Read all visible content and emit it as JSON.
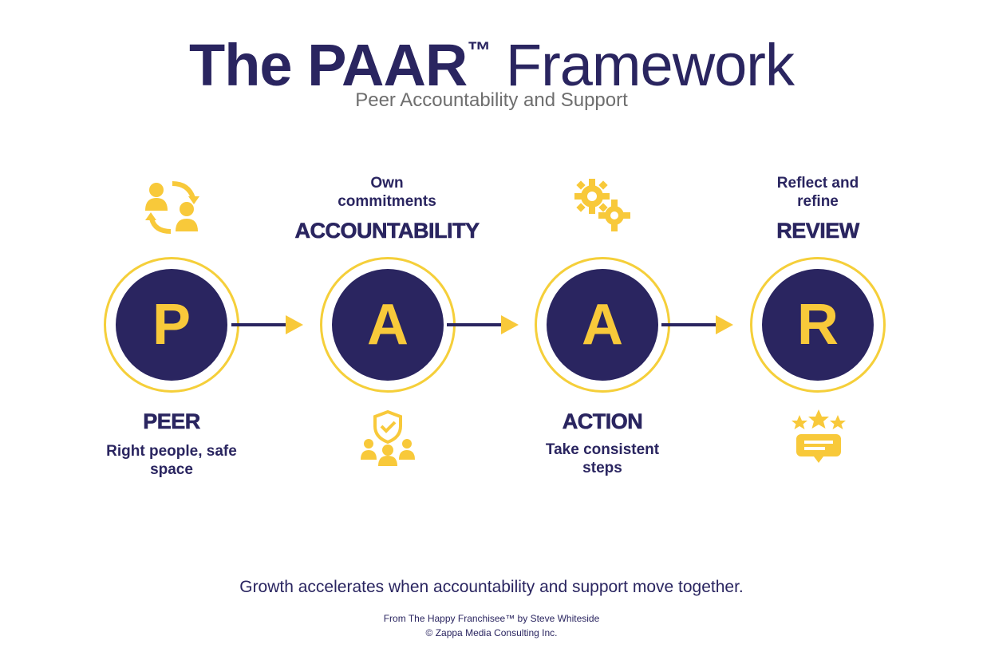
{
  "header": {
    "title_bold": "The PAAR",
    "title_tm": "™",
    "title_light": "Framework",
    "subtitle": "Peer Accountability and Support"
  },
  "steps": [
    {
      "letter": "P",
      "title": "PEER",
      "desc_line1": "Right people, safe",
      "desc_line2": "space",
      "icon": "people-cycle-icon"
    },
    {
      "letter": "A",
      "title": "ACCOUNTABILITY",
      "desc_line1": "Own",
      "desc_line2": "commitments",
      "icon": "shield-team-icon"
    },
    {
      "letter": "A",
      "title": "ACTION",
      "desc_line1": "Take consistent",
      "desc_line2": "steps",
      "icon": "gears-icon"
    },
    {
      "letter": "R",
      "title": "REVIEW",
      "desc_line1": "Reflect and",
      "desc_line2": "refine",
      "icon": "stars-feedback-icon"
    }
  ],
  "footer": {
    "tagline": "Growth accelerates when accountability and support move together.",
    "credit_line1": "From The Happy Franchisee™ by Steve Whiteside",
    "credit_line2": "© Zappa Media Consulting Inc."
  },
  "colors": {
    "navy": "#2a2560",
    "yellow": "#f8c93a"
  }
}
